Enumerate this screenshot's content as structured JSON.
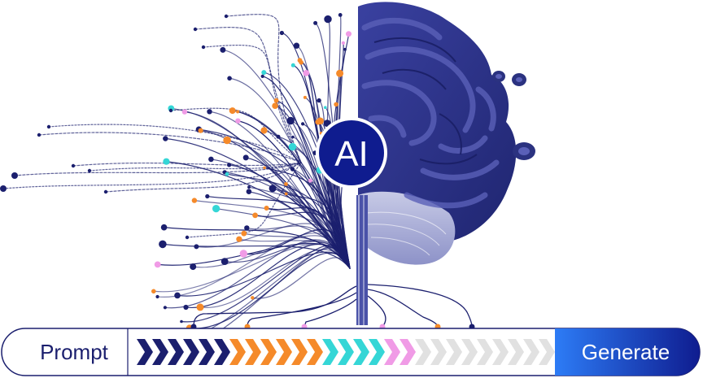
{
  "center_badge": {
    "label": "AI"
  },
  "prompt_bar": {
    "prompt_label": "Prompt",
    "generate_label": "Generate"
  },
  "colors": {
    "navy": "#1b1f6e",
    "brain": "#2b3280",
    "orange": "#f58a2a",
    "cyan": "#35d6d6",
    "pink": "#f09be6",
    "grey": "#e1e1e1",
    "generate_start": "#2d7cf6",
    "generate_end": "#0f1c8f"
  },
  "chevrons": [
    {
      "color": "navy"
    },
    {
      "color": "navy"
    },
    {
      "color": "navy"
    },
    {
      "color": "navy"
    },
    {
      "color": "navy"
    },
    {
      "color": "navy"
    },
    {
      "color": "orange"
    },
    {
      "color": "orange"
    },
    {
      "color": "orange"
    },
    {
      "color": "orange"
    },
    {
      "color": "orange"
    },
    {
      "color": "orange"
    },
    {
      "color": "cyan"
    },
    {
      "color": "cyan"
    },
    {
      "color": "cyan"
    },
    {
      "color": "cyan"
    },
    {
      "color": "pink"
    },
    {
      "color": "pink"
    },
    {
      "color": "grey"
    },
    {
      "color": "grey"
    },
    {
      "color": "grey"
    },
    {
      "color": "grey"
    },
    {
      "color": "grey"
    },
    {
      "color": "grey"
    },
    {
      "color": "grey"
    },
    {
      "color": "grey"
    },
    {
      "color": "grey"
    }
  ]
}
